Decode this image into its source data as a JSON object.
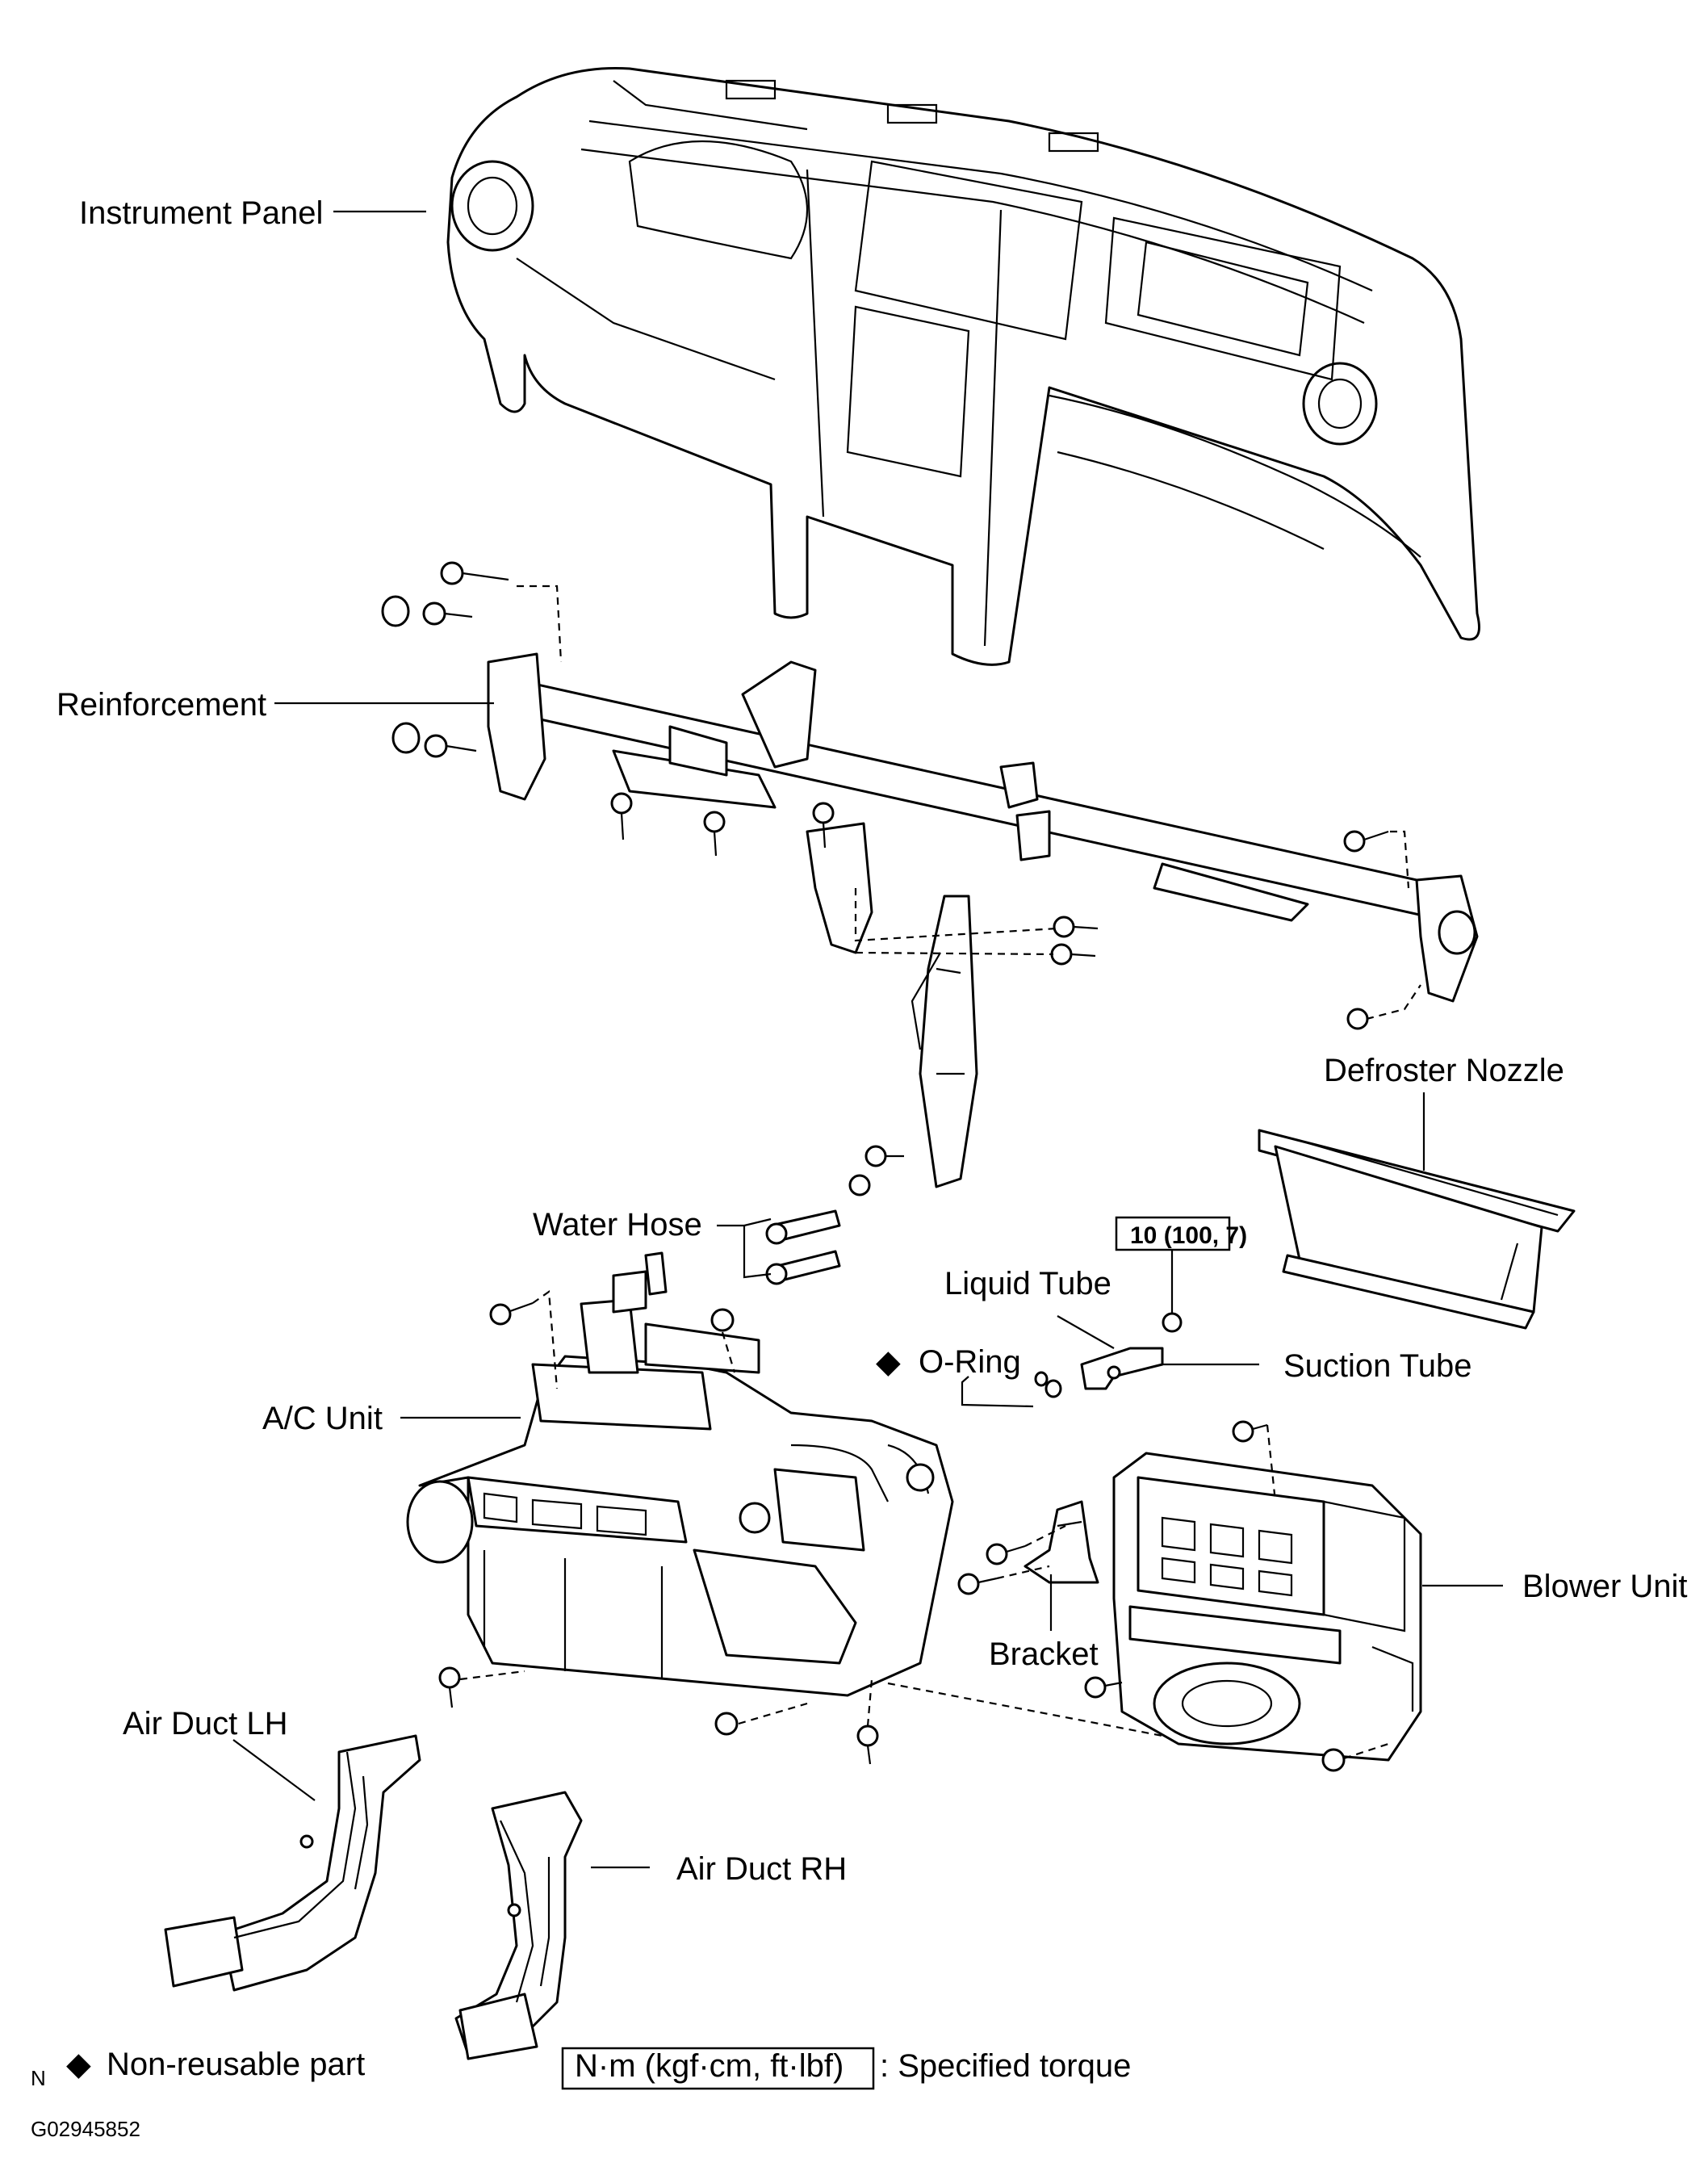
{
  "labels": {
    "instrument_panel": "Instrument Panel",
    "reinforcement": "Reinforcement",
    "defroster_nozzle": "Defroster Nozzle",
    "water_hose": "Water Hose",
    "liquid_tube": "Liquid Tube",
    "o_ring": "O-Ring",
    "suction_tube": "Suction Tube",
    "ac_unit": "A/C Unit",
    "blower_unit": "Blower Unit",
    "bracket": "Bracket",
    "air_duct_lh": "Air Duct LH",
    "air_duct_rh": "Air Duct RH"
  },
  "torque_box": "10 (100, 7)",
  "legend": {
    "non_reusable_symbol": "◆",
    "non_reusable": "Non-reusable part",
    "torque_units": "N·m (kgf·cm, ft·lbf)",
    "torque_desc": ": Specified torque"
  },
  "corner_mark": "N",
  "figure_id": "G02945852"
}
